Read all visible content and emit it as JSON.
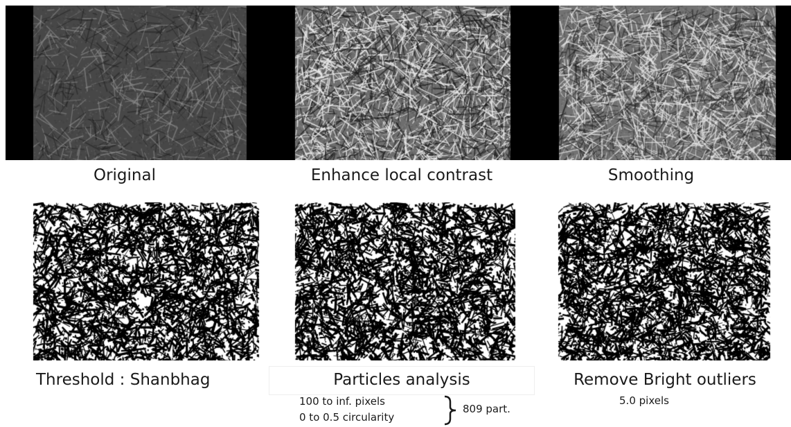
{
  "panels": {
    "original": {
      "caption": "Original"
    },
    "enhance": {
      "caption": "Enhance local contrast"
    },
    "smoothing": {
      "caption": "Smoothing"
    },
    "threshold": {
      "caption": "Threshold : Shanbhag"
    },
    "particles": {
      "caption": "Particles analysis",
      "size_range": "100 to inf. pixels",
      "circularity_range": "0 to 0.5 circularity",
      "count": "809 part."
    },
    "remove_outliers": {
      "caption": "Remove Bright outliers",
      "radius": "5.0 pixels"
    }
  },
  "colors": {
    "border": "#000000",
    "original_grey": "#4a4a4a",
    "enhanced_grey": "#7a7a7a",
    "binary_fg": "#000000",
    "binary_bg": "#ffffff"
  }
}
